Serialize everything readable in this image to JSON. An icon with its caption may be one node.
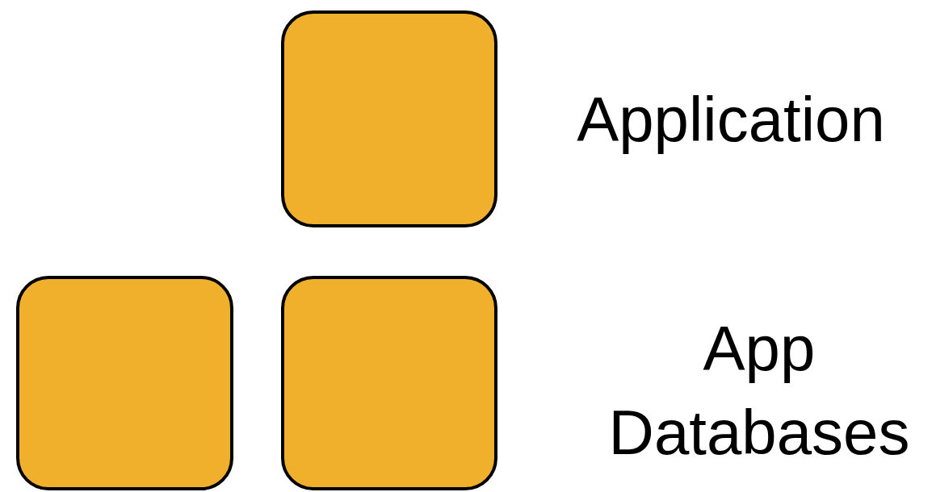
{
  "diagram": {
    "nodes": [
      {
        "text": [],
        "shape": "box"
      },
      {
        "text": [],
        "shape": "box"
      },
      {
        "text": [],
        "shape": "box"
      }
    ],
    "labels": [
      "Application",
      "App Databases"
    ]
  }
}
